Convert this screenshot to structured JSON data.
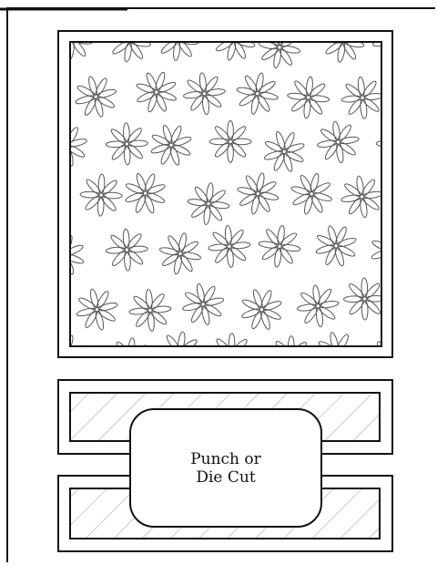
{
  "label": {
    "line1": "Punch or",
    "line2": "Die Cut"
  },
  "icons": {
    "pattern": "flower-pattern",
    "hatch": "diagonal-hatch"
  },
  "colors": {
    "ink": "#111111",
    "paper": "#ffffff",
    "pattern_stroke": "#555555",
    "hatch_stroke": "#9a9a9a"
  }
}
